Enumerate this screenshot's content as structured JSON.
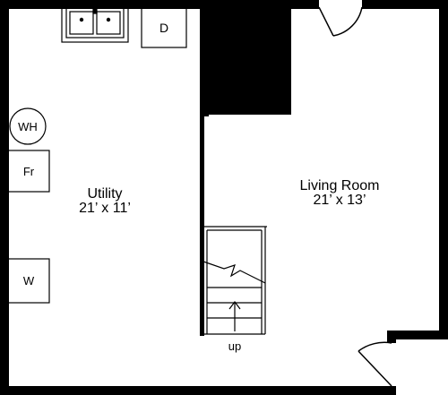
{
  "rooms": {
    "utility": {
      "name": "Utility",
      "size": "21’ x 11’"
    },
    "living": {
      "name": "Living Room",
      "size": "21’ x 13’"
    }
  },
  "fixtures": {
    "dryer": "D",
    "water_heater": "WH",
    "fridge": "Fr",
    "washer": "W"
  },
  "stairs": {
    "direction_label": "up"
  }
}
